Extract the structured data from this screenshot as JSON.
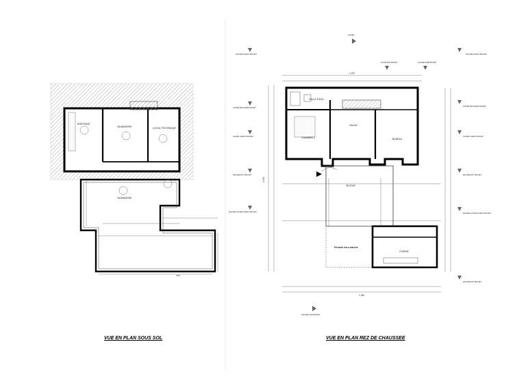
{
  "captions": {
    "left": "VUE EN PLAN SOUS SOL",
    "right": "VUE EN PLAN REZ DE CHAUSSEE"
  },
  "basement_rooms": {
    "dressing": "DRESSING",
    "buanderie_small": "BUANDERIE",
    "local_technique": "LOCAL TECHNIQUE",
    "buanderie_large": "BUANDERIE"
  },
  "ground_rooms": {
    "salle_eau": "SALLE D'EAU",
    "chambre": "CHAMBRE 1",
    "salon": "SALON",
    "bureau": "BUREAU",
    "sejour": "SEJOUR",
    "terrasse": "Terrasse hors marché",
    "cuisine": "CUISINE"
  },
  "section_marks": {
    "top_center": "COUPE",
    "left_top": "FACADE OUEST PROJET",
    "left_upper": "COUPE ESCALIER PROJET",
    "left_mid": "COUPE OUEST PROJET",
    "left_low": "FACADE EST PROJET",
    "left_bottom": "FACADE COUPE OUEST PROJET",
    "right_top": "FACADE OUEST PROJET",
    "right_upper": "COUPE ESCALIER PROJET",
    "right_mid": "COUPE OUEST PROJET",
    "right_low": "FACADE EST PROJET",
    "right_bottom": "FACADE COUPE OUEST PROJET",
    "right_last": "FACADE EST PROJET",
    "bottom_center": "FACADE SUD PROJET",
    "top_mid_a": "COUPE SUD PROJET",
    "top_mid_b": "FACADE NORD PROJET"
  },
  "dimensions": {
    "overall_top": "1 027",
    "overall_bottom": "1 186",
    "left_height": "1 452",
    "basement_width": "596"
  },
  "colors": {
    "wall": "#000000",
    "hatch": "#9a9a9a",
    "line": "#333333",
    "marker": "#666666"
  }
}
